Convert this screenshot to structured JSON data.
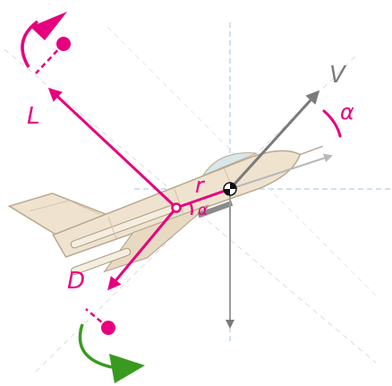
{
  "labels": {
    "velocity": "V",
    "lift": "L",
    "drag": "D",
    "radius": "r",
    "alpha_top": "α",
    "alpha_center": "α"
  },
  "icons": {
    "moment_pitch_up": "curved-arrow-red",
    "moment_pitch_down": "curved-arrow-green",
    "center_of_gravity": "cg-symbol",
    "center_of_pressure": "cp-marker",
    "aircraft": "fighter-jet-silhouette"
  },
  "colors": {
    "magenta": "#e6007e",
    "green": "#3a9a1f",
    "grey_vector": "#7a7a7a",
    "axis_blue": "#9ec4d8",
    "airframe": "#efe3cf",
    "airframe_edge": "#b8a88f"
  }
}
